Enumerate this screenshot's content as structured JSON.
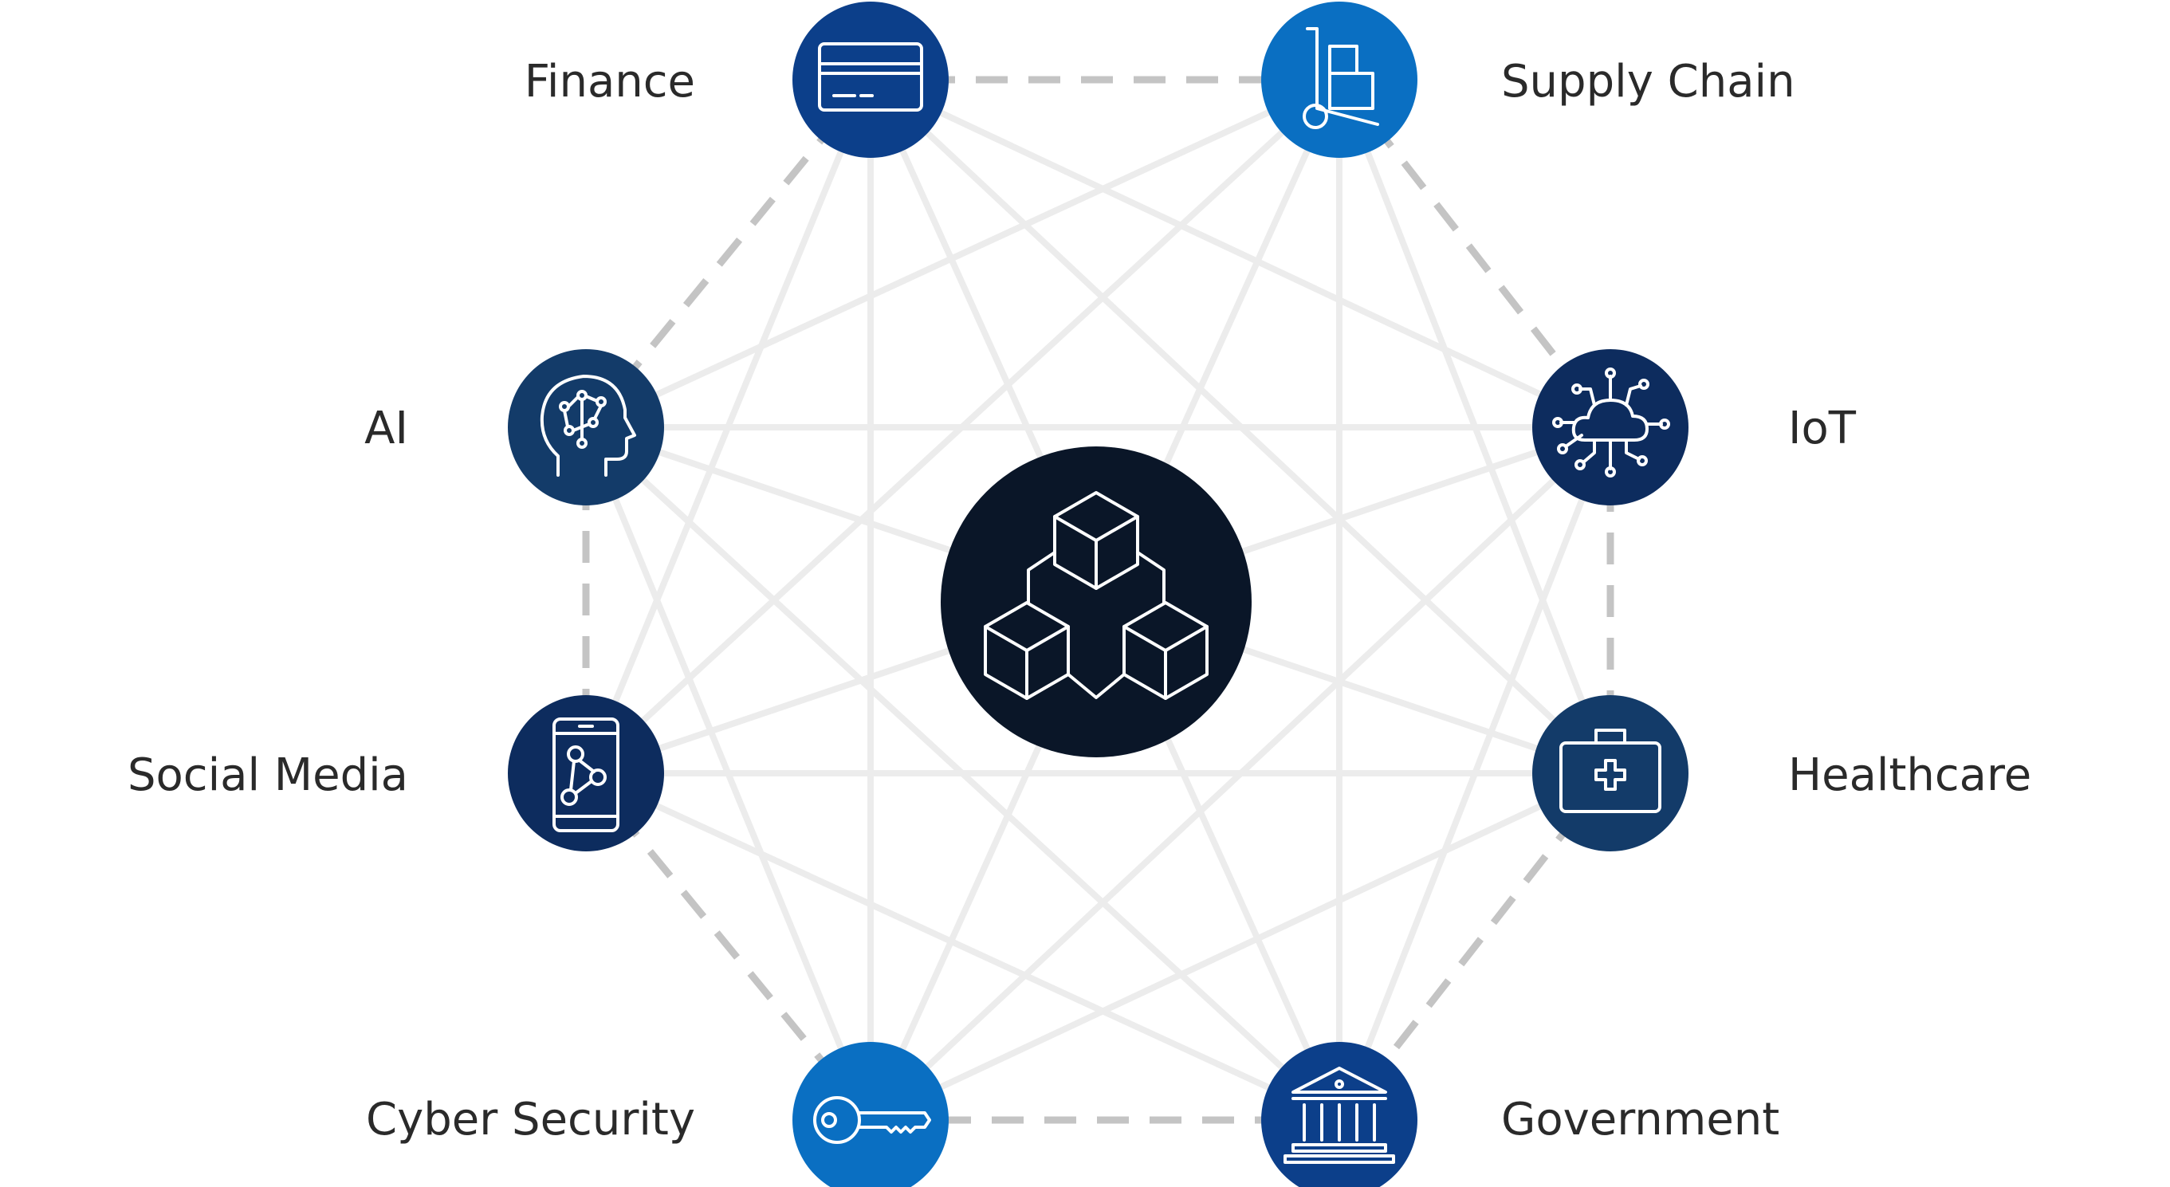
{
  "hub": {
    "icon": "blockchain-cubes-icon",
    "color": "#0a1628"
  },
  "nodes": [
    {
      "id": "finance",
      "label": "Finance",
      "icon": "credit-card-icon",
      "color": "#0c3f8a"
    },
    {
      "id": "supply-chain",
      "label": "Supply Chain",
      "icon": "hand-truck-icon",
      "color": "#0a6fc2"
    },
    {
      "id": "iot",
      "label": "IoT",
      "icon": "cloud-network-icon",
      "color": "#0d2c5e"
    },
    {
      "id": "healthcare",
      "label": "Healthcare",
      "icon": "medical-kit-icon",
      "color": "#133b69"
    },
    {
      "id": "government",
      "label": "Government",
      "icon": "bank-building-icon",
      "color": "#0c3f8a"
    },
    {
      "id": "cyber-security",
      "label": "Cyber Security",
      "icon": "key-icon",
      "color": "#0a6fc2"
    },
    {
      "id": "social-media",
      "label": "Social Media",
      "icon": "smartphone-network-icon",
      "color": "#0d2c5e"
    },
    {
      "id": "ai",
      "label": "AI",
      "icon": "brain-head-icon",
      "color": "#133b69"
    }
  ],
  "colors": {
    "mesh_line": "#ececec",
    "ring_dash": "#c4c4c4",
    "label_text": "#2a2a2a"
  }
}
